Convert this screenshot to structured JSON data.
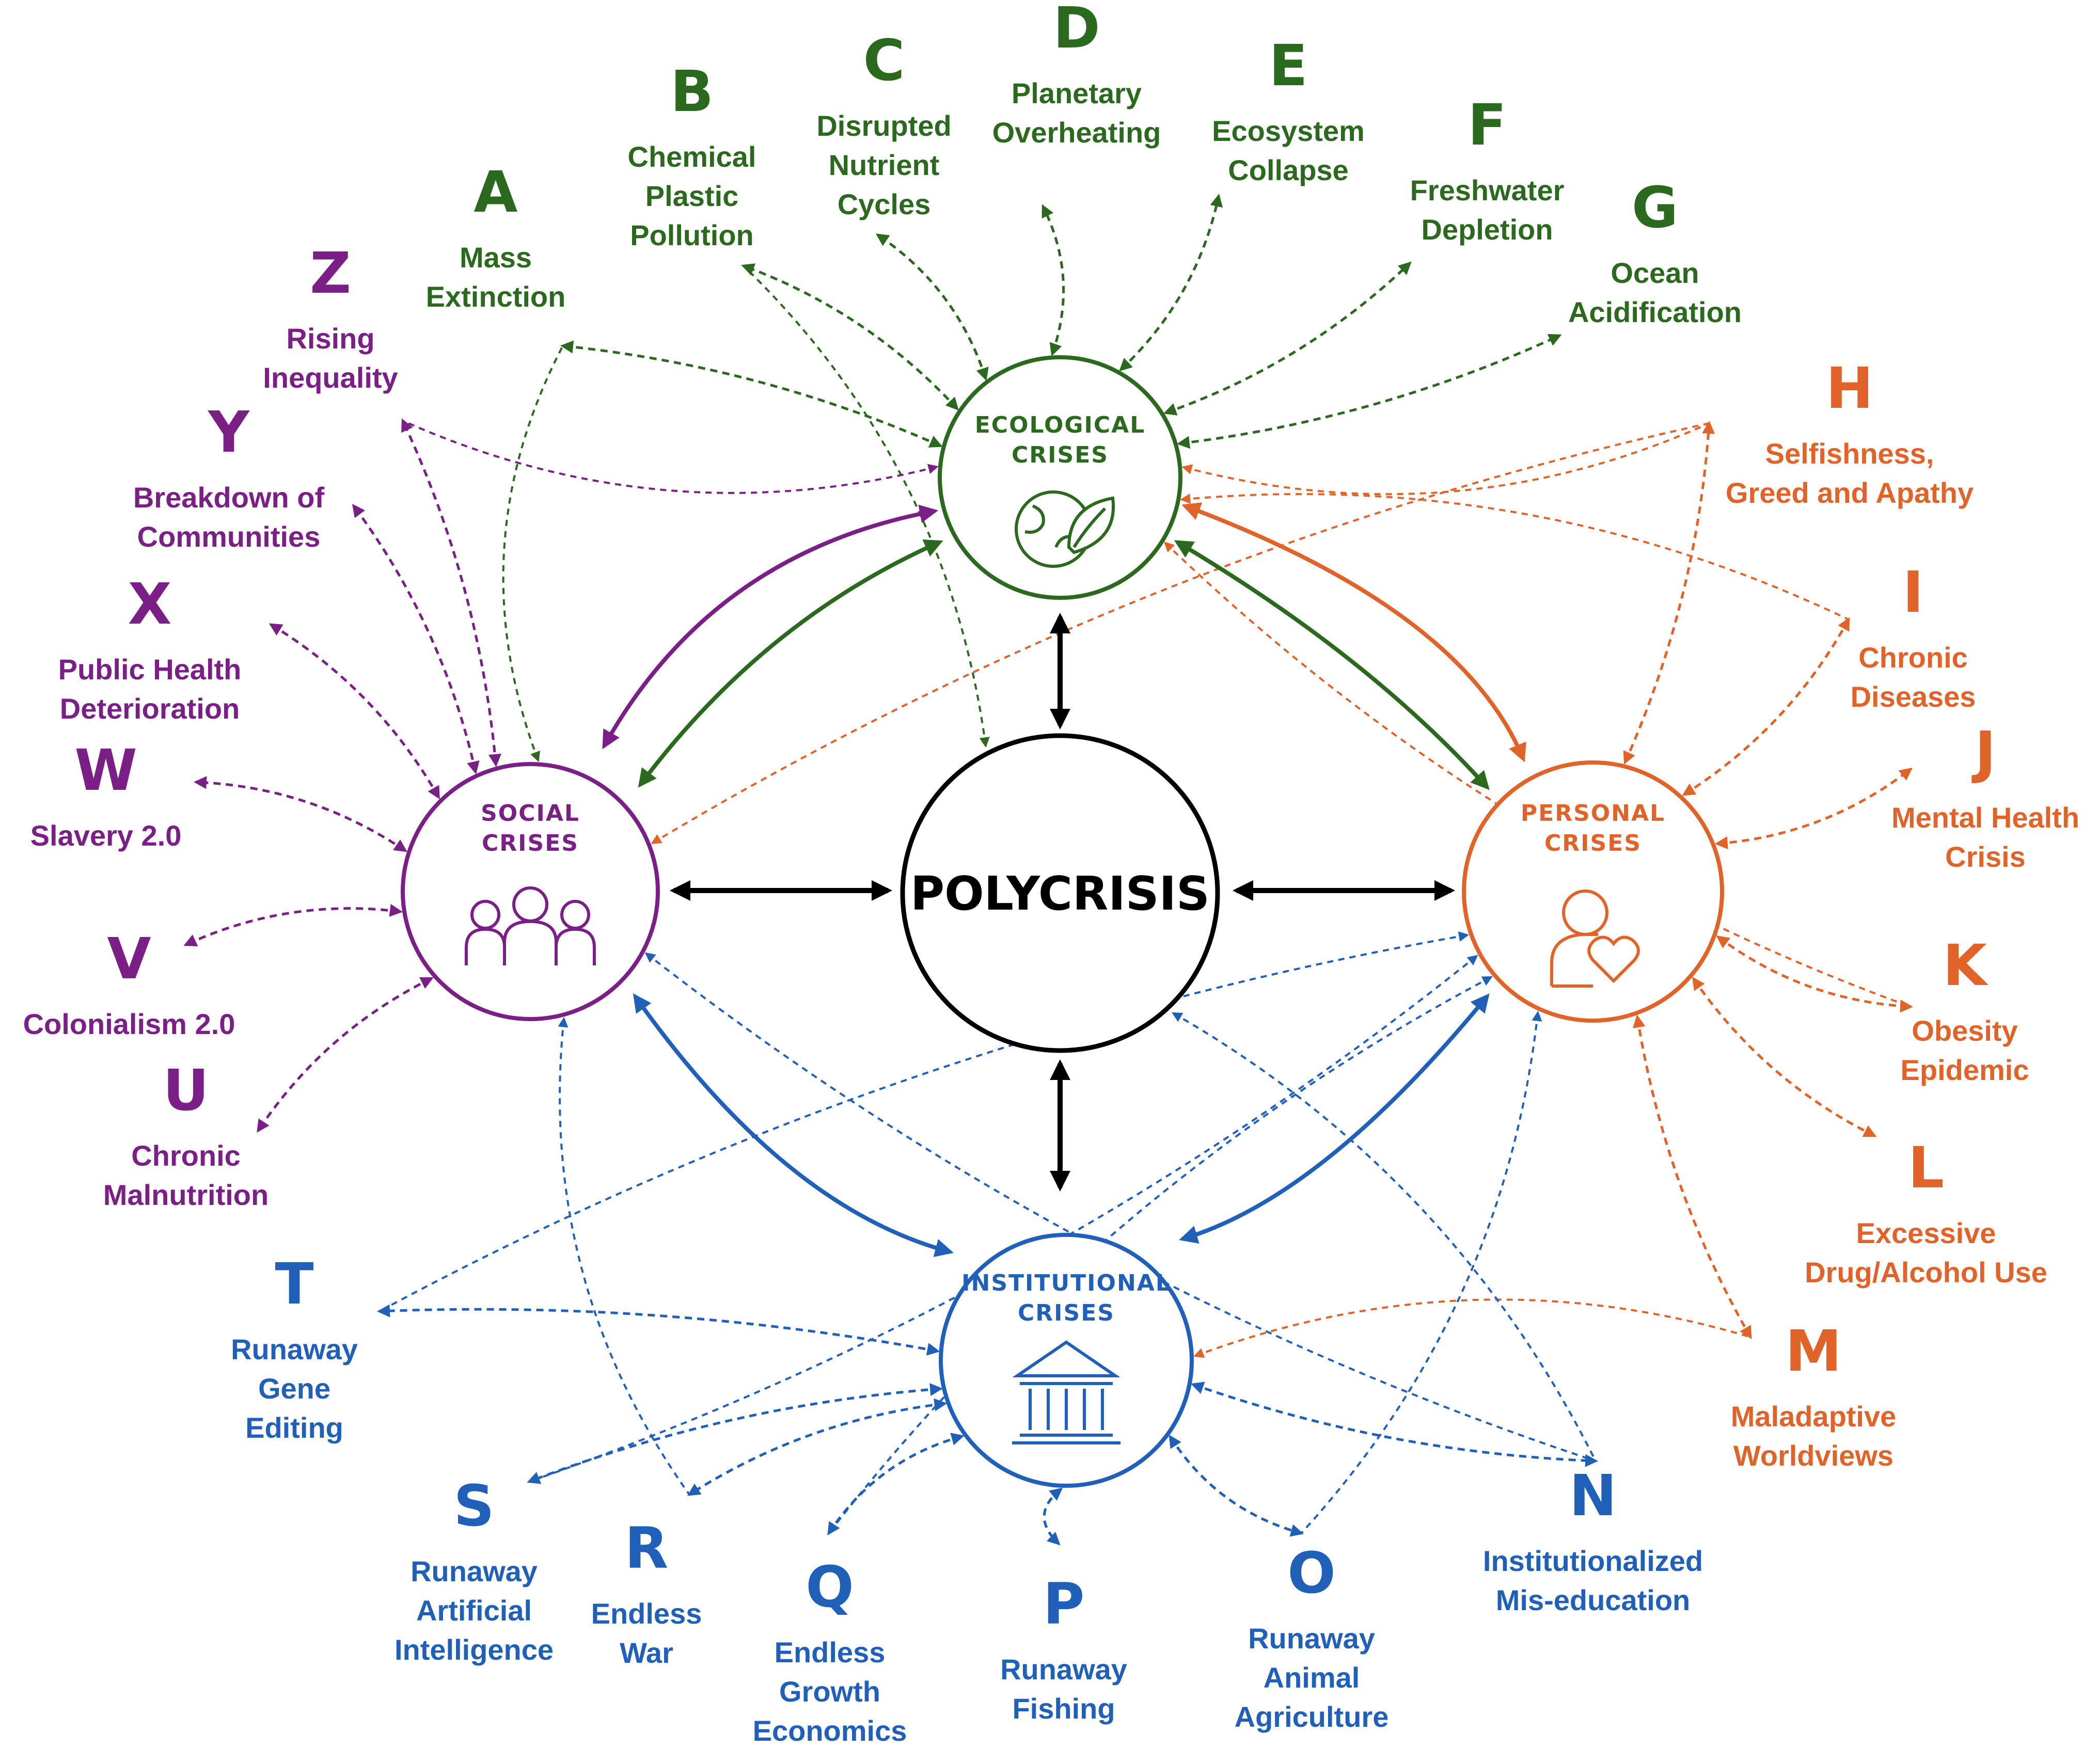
{
  "colors": {
    "ecological": "#2b6a1e",
    "social": "#7a1f86",
    "personal": "#e0642a",
    "institutional": "#2160b8",
    "center": "#000000",
    "background": "#ffffff"
  },
  "center": {
    "title": "POLYCRISIS"
  },
  "hubs": {
    "ecological": {
      "line1": "ECOLOGICAL",
      "line2": "CRISES",
      "icon": "earth-leaf-icon"
    },
    "social": {
      "line1": "SOCIAL",
      "line2": "CRISES",
      "icon": "people-group-icon"
    },
    "personal": {
      "line1": "PERSONAL",
      "line2": "CRISES",
      "icon": "person-heart-icon"
    },
    "institutional": {
      "line1": "INSTITUTIONAL",
      "line2": "CRISES",
      "icon": "government-building-icon"
    }
  },
  "labels": [
    {
      "letter": "A",
      "lines": [
        "Mass",
        "Extinction"
      ],
      "group": "ecological"
    },
    {
      "letter": "B",
      "lines": [
        "Chemical",
        "Plastic",
        "Pollution"
      ],
      "group": "ecological"
    },
    {
      "letter": "C",
      "lines": [
        "Disrupted",
        "Nutrient",
        "Cycles"
      ],
      "group": "ecological"
    },
    {
      "letter": "D",
      "lines": [
        "Planetary",
        "Overheating"
      ],
      "group": "ecological"
    },
    {
      "letter": "E",
      "lines": [
        "Ecosystem",
        "Collapse"
      ],
      "group": "ecological"
    },
    {
      "letter": "F",
      "lines": [
        "Freshwater",
        "Depletion"
      ],
      "group": "ecological"
    },
    {
      "letter": "G",
      "lines": [
        "Ocean",
        "Acidification"
      ],
      "group": "ecological"
    },
    {
      "letter": "H",
      "lines": [
        "Selfishness,",
        "Greed and Apathy"
      ],
      "group": "personal"
    },
    {
      "letter": "I",
      "lines": [
        "Chronic",
        "Diseases"
      ],
      "group": "personal"
    },
    {
      "letter": "J",
      "lines": [
        "Mental Health",
        "Crisis"
      ],
      "group": "personal"
    },
    {
      "letter": "K",
      "lines": [
        "Obesity",
        "Epidemic"
      ],
      "group": "personal"
    },
    {
      "letter": "L",
      "lines": [
        "Excessive",
        "Drug/Alcohol Use"
      ],
      "group": "personal"
    },
    {
      "letter": "M",
      "lines": [
        "Maladaptive",
        "Worldviews"
      ],
      "group": "personal"
    },
    {
      "letter": "N",
      "lines": [
        "Institutionalized",
        "Mis-education"
      ],
      "group": "institutional"
    },
    {
      "letter": "O",
      "lines": [
        "Runaway",
        "Animal",
        "Agriculture"
      ],
      "group": "institutional"
    },
    {
      "letter": "P",
      "lines": [
        "Runaway",
        "Fishing"
      ],
      "group": "institutional"
    },
    {
      "letter": "Q",
      "lines": [
        "Endless",
        "Growth",
        "Economics"
      ],
      "group": "institutional"
    },
    {
      "letter": "R",
      "lines": [
        "Endless",
        "War"
      ],
      "group": "institutional"
    },
    {
      "letter": "S",
      "lines": [
        "Runaway",
        "Artificial",
        "Intelligence"
      ],
      "group": "institutional"
    },
    {
      "letter": "T",
      "lines": [
        "Runaway",
        "Gene",
        "Editing"
      ],
      "group": "institutional"
    },
    {
      "letter": "U",
      "lines": [
        "Chronic",
        "Malnutrition"
      ],
      "group": "social"
    },
    {
      "letter": "V",
      "lines": [
        "Colonialism 2.0"
      ],
      "group": "social"
    },
    {
      "letter": "W",
      "lines": [
        "Slavery 2.0"
      ],
      "group": "social"
    },
    {
      "letter": "X",
      "lines": [
        "Public Health",
        "Deterioration"
      ],
      "group": "social"
    },
    {
      "letter": "Y",
      "lines": [
        "Breakdown of",
        "Communities"
      ],
      "group": "social"
    },
    {
      "letter": "Z",
      "lines": [
        "Rising",
        "Inequality"
      ],
      "group": "social"
    }
  ]
}
